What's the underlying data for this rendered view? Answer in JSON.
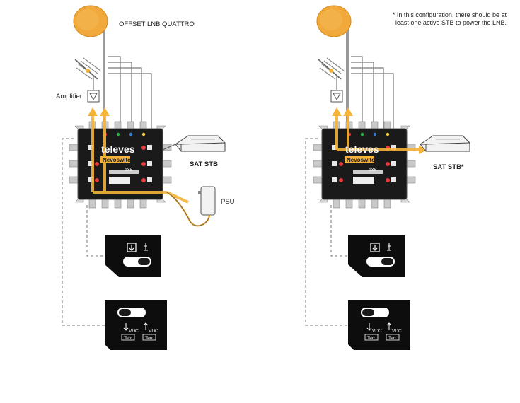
{
  "labels": {
    "lnb_title": "OFFSET LNB QUATTRO",
    "amplifier": "Amplifier",
    "sat_stb_left": "SAT STB",
    "psu": "PSU",
    "sat_stb_right": "SAT STB*",
    "config_note": "* In this configuration, there should be at least one active STB to power the LNB."
  },
  "device": {
    "brand": "televes",
    "model_badge": "Nevoswitch",
    "model_code": "5x8"
  },
  "dip_panel": {
    "vdc_left": "VDC",
    "term_left": "Terr.",
    "vdc_right": "VDC",
    "term_right": "Terr."
  },
  "colors": {
    "signal": "#f5b33a",
    "dish": "#f0a93a",
    "device_body": "#1a1a1a",
    "dashed_line": "#777777",
    "badge": "#f5b33a"
  },
  "icons": [
    "satellite-dish-icon",
    "terrestrial-antenna-icon",
    "amplifier-icon",
    "set-top-box-icon",
    "power-adapter-icon",
    "dip-switch-icon"
  ]
}
